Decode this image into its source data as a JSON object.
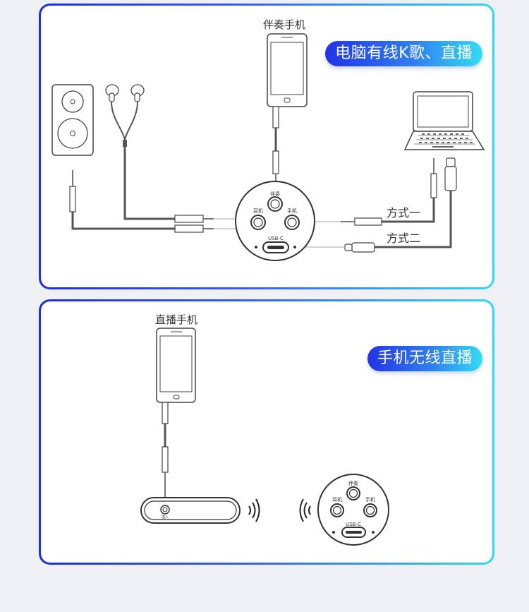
{
  "panel1": {
    "tag": "电脑有线K歌、直播",
    "accompany_phone_label": "伴奏手机",
    "method_one_label": "方式一",
    "method_two_label": "方式二",
    "port_accompany": "伴奏",
    "port_earphone": "耳机",
    "port_phone": "手机",
    "port_usbc": "USB-C"
  },
  "panel2": {
    "tag": "手机无线直播",
    "live_phone_label": "直播手机",
    "receiver_port_label": "插入",
    "port_accompany": "伴奏",
    "port_earphone": "耳机",
    "port_phone": "手机",
    "port_usbc": "USB-C"
  },
  "colors": {
    "border_start": "#1a2fe0",
    "border_end": "#34d6f4",
    "cable": "#555555"
  }
}
